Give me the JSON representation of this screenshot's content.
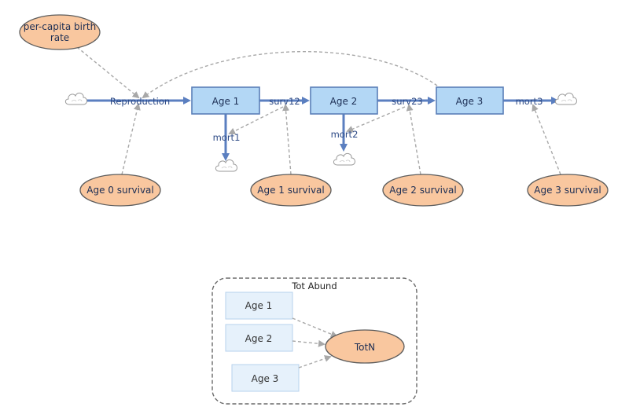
{
  "stocks": {
    "age1": "Age 1",
    "age2": "Age 2",
    "age3": "Age 3"
  },
  "flows": {
    "reproduction": "Reproduction",
    "surv12": "surv12",
    "surv23": "surv23",
    "mort1": "mort1",
    "mort2": "mort2",
    "mort3": "mort3"
  },
  "variables": {
    "birth_rate_line1": "per-capita birth",
    "birth_rate_line2": "rate",
    "age0_survival": "Age 0 survival",
    "age1_survival": "Age 1 survival",
    "age2_survival": "Age 2 survival",
    "age3_survival": "Age 3 survival"
  },
  "folder": {
    "title": "Tot Abund",
    "ghost_age1": "Age 1",
    "ghost_age2": "Age 2",
    "ghost_age3": "Age 3",
    "totn": "TotN"
  },
  "colors": {
    "stock_fill": "#b3d7f5",
    "stock_stroke": "#5a7fb8",
    "flow": "#5b7fc0",
    "variable_fill": "#f9c79f",
    "link": "#a8a8a8",
    "ghost_fill": "#e6f1fb"
  },
  "icons": {
    "cloud": "cloud-icon"
  }
}
